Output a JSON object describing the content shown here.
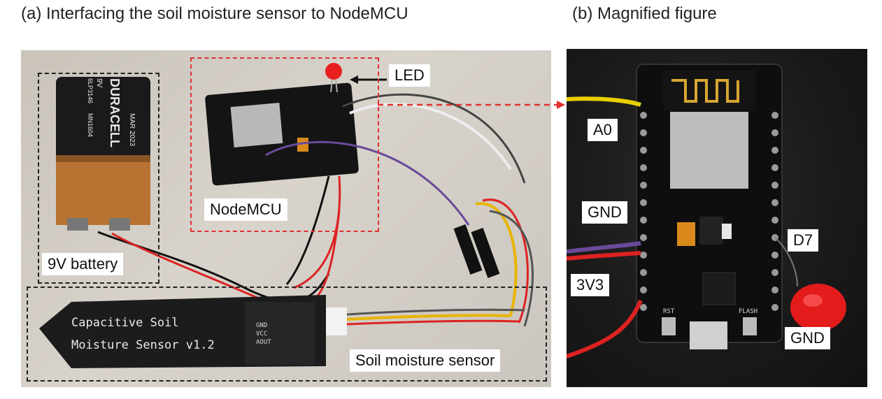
{
  "panel_a": {
    "title": "(a) Interfacing the soil moisture sensor to NodeMCU",
    "labels": {
      "led": "LED",
      "nodemcu": "NodeMCU",
      "battery": "9V battery",
      "soil_sensor": "Soil moisture sensor"
    },
    "battery_print": {
      "brand": "DURACELL",
      "voltage": "9V",
      "code1": "6LP3146",
      "code2": "MN1604",
      "date": "MAR 2023"
    },
    "sensor_print": {
      "line1": "Capacitive Soil",
      "line2": "Moisture Sensor v1.2"
    }
  },
  "panel_b": {
    "title": "(b) Magnified figure",
    "labels": {
      "a0": "A0",
      "gnd_left": "GND",
      "v33": "3V3",
      "d7": "D7",
      "gnd_right": "GND"
    },
    "board_print": {
      "rst": "RST",
      "flash": "FLASH"
    }
  },
  "colors": {
    "dashed_box": "#222222",
    "highlight_box": "#e03030",
    "arrow": "#e03030"
  }
}
